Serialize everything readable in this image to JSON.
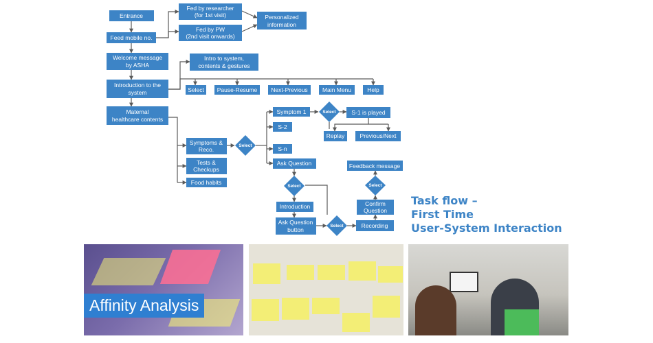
{
  "nodes": {
    "entrance": "Entrance",
    "feed_mobile": "Feed mobile no.",
    "fed_researcher": [
      "Fed by researcher",
      "(for 1st visit)"
    ],
    "fed_pw": [
      "Fed by PW",
      "(2nd visit onwards)"
    ],
    "personalized": [
      "Personalized",
      "information"
    ],
    "welcome": [
      "Welcome message",
      "by ASHA"
    ],
    "intro_system": [
      "Introduction to the",
      "system"
    ],
    "intro_contents": [
      "Intro to system,",
      "contents & gestures"
    ],
    "select": "Select",
    "pause_resume": "Pause-Resume",
    "next_previous": "Next-Previous",
    "main_menu": "Main Menu",
    "help": "Help",
    "maternal": [
      "Maternal",
      "healthcare contents"
    ],
    "symptoms_reco": [
      "Symptoms &",
      "Reco."
    ],
    "tests_checkups": [
      "Tests &",
      "Checkups"
    ],
    "food_habits": "Food habits",
    "symptom1": "Symptom 1",
    "s2": "S-2",
    "sn": "S-n",
    "ask_question": "Ask Question",
    "s1_played": "S-1 is played",
    "replay": "Replay",
    "previous_next": "Previous/Next",
    "feedback": "Feedback message",
    "confirm_question": [
      "Confirm",
      "Question"
    ],
    "recording": "Recording",
    "introduction": "Introduction",
    "ask_question_button": [
      "Ask Question",
      "button"
    ],
    "decision_label": "Select"
  },
  "title": [
    "Task flow –",
    "First Time",
    "User-System Interaction"
  ],
  "photos": {
    "affinity_label": "Affinity Analysis"
  },
  "colors": {
    "node_fill": "#3d84c6",
    "edge": "#5a5a5a",
    "title": "#3d84c6"
  }
}
